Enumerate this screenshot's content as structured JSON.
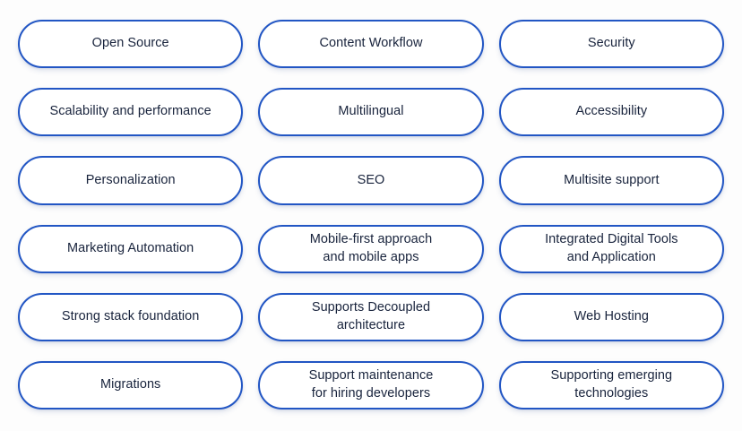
{
  "page": {
    "title": "CMS Evaluation Criteria Pills",
    "background_color": "#fdfdfd",
    "accent_color": "#2256c4",
    "text_color": "#18233c",
    "card_background": "#ffffff",
    "columns": 3,
    "rows": 6
  },
  "pills": [
    {
      "id": "open-source",
      "label": "Open Source",
      "column": 1,
      "row": 1,
      "lines": 1
    },
    {
      "id": "content-workflow",
      "label": "Content Workflow",
      "column": 2,
      "row": 1,
      "lines": 1
    },
    {
      "id": "security",
      "label": "Security",
      "column": 3,
      "row": 1,
      "lines": 1
    },
    {
      "id": "scalability-performance",
      "label": "Scalability and performance",
      "column": 1,
      "row": 2,
      "lines": 1
    },
    {
      "id": "multilingual",
      "label": "Multilingual",
      "column": 2,
      "row": 2,
      "lines": 1
    },
    {
      "id": "accessibility",
      "label": "Accessibility",
      "column": 3,
      "row": 2,
      "lines": 1
    },
    {
      "id": "personalization",
      "label": "Personalization",
      "column": 1,
      "row": 3,
      "lines": 1
    },
    {
      "id": "seo",
      "label": "SEO",
      "column": 2,
      "row": 3,
      "lines": 1
    },
    {
      "id": "multisite-support",
      "label": "Multisite support",
      "column": 3,
      "row": 3,
      "lines": 1
    },
    {
      "id": "marketing-automation",
      "label": "Marketing Automation",
      "column": 1,
      "row": 4,
      "lines": 1
    },
    {
      "id": "mobile-first",
      "label": "Mobile-first approach\nand mobile apps",
      "column": 2,
      "row": 4,
      "lines": 2
    },
    {
      "id": "integrated-digital-tools",
      "label": "Integrated Digital Tools\nand Application",
      "column": 3,
      "row": 4,
      "lines": 2
    },
    {
      "id": "strong-stack-foundation",
      "label": "Strong stack foundation",
      "column": 1,
      "row": 5,
      "lines": 1
    },
    {
      "id": "decoupled-architecture",
      "label": "Supports Decoupled\narchitecture",
      "column": 2,
      "row": 5,
      "lines": 2
    },
    {
      "id": "web-hosting",
      "label": "Web Hosting",
      "column": 3,
      "row": 5,
      "lines": 1
    },
    {
      "id": "migrations",
      "label": "Migrations",
      "column": 1,
      "row": 6,
      "lines": 1
    },
    {
      "id": "support-maintenance",
      "label": "Support maintenance\nfor hiring developers",
      "column": 2,
      "row": 6,
      "lines": 2
    },
    {
      "id": "emerging-technologies",
      "label": "Supporting emerging\ntechnologies",
      "column": 3,
      "row": 6,
      "lines": 2
    }
  ]
}
